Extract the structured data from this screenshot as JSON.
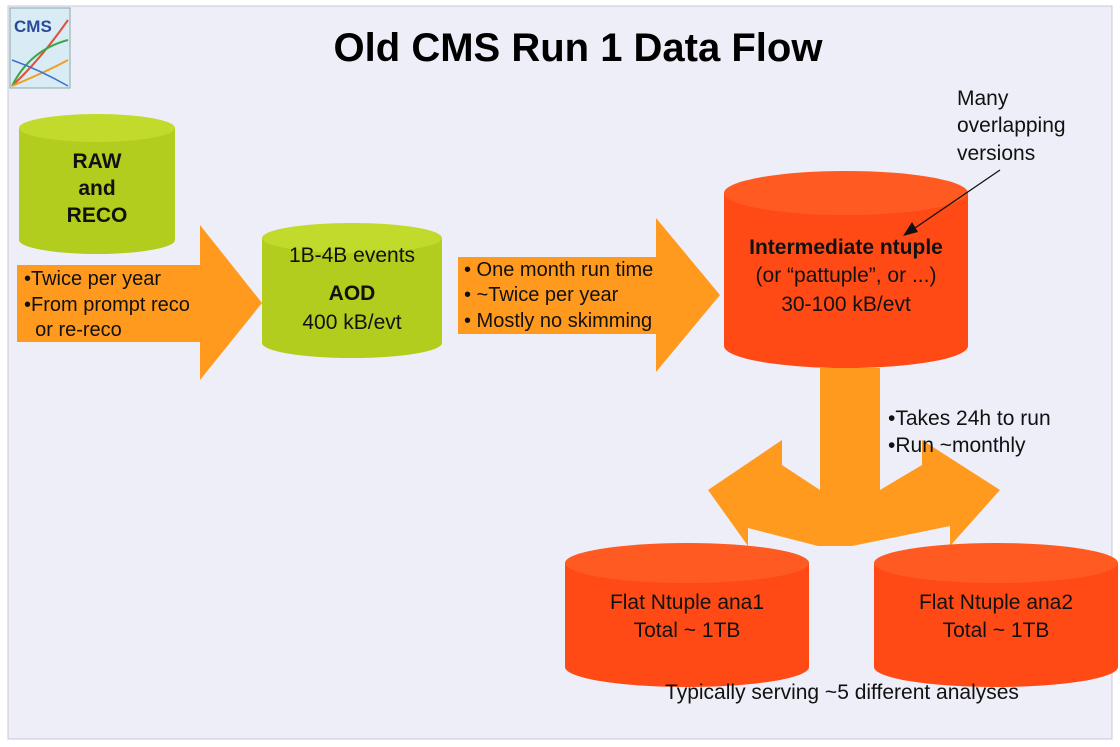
{
  "title": "Old CMS Run 1 Data Flow",
  "logo": {
    "text": "CMS",
    "icon": "cms-logo-icon"
  },
  "raw_box": {
    "lines": [
      "RAW",
      "and",
      "RECO"
    ]
  },
  "arrow1": {
    "lines": [
      "•Twice per year",
      "•From prompt reco",
      "  or re-reco"
    ]
  },
  "aod_box": {
    "events": "1B-4B events",
    "name": "AOD",
    "size": "400 kB/evt"
  },
  "arrow2": {
    "lines": [
      "• One month run time",
      "• ~Twice per year",
      "• Mostly no skimming"
    ]
  },
  "intermediate_box": {
    "name": "Intermediate ntuple",
    "alias": "(or “pattuple”, or ...)",
    "size": "30-100 kB/evt"
  },
  "callout": {
    "lines": [
      "Many",
      "overlapping",
      "versions"
    ]
  },
  "fork_arrow": {
    "lines": [
      "•Takes 24h to run",
      "•Run ~monthly"
    ]
  },
  "flat1": {
    "name": "Flat Ntuple ana1",
    "size": "Total ~ 1TB"
  },
  "flat2": {
    "name": "Flat Ntuple ana2",
    "size": "Total ~ 1TB"
  },
  "footer_note": "Typically serving ~5 different analyses",
  "colors": {
    "background": "#eeeef8",
    "green": "#b2cd1d",
    "orange_arrow": "#ff9a1f",
    "red_orange": "#ff4a16"
  }
}
